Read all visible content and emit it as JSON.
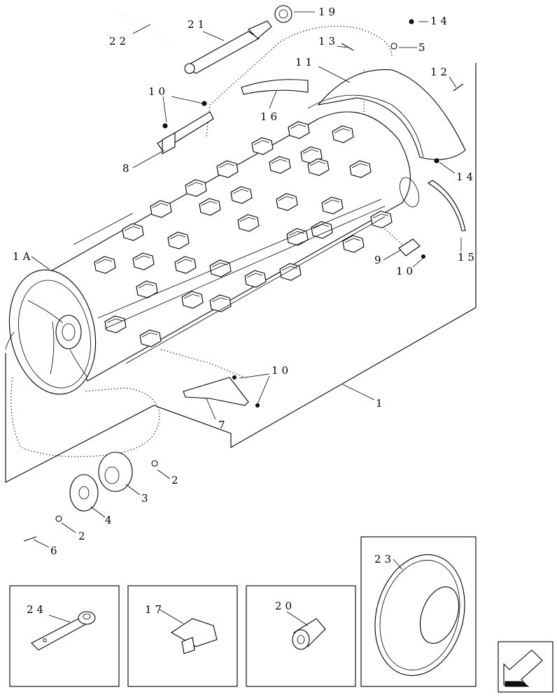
{
  "callouts": {
    "c1": "1",
    "c1a": "1A",
    "c2a": "2",
    "c2b": "2",
    "c3": "3",
    "c4": "4",
    "c5": "5",
    "c6": "6",
    "c7": "7",
    "c8": "8",
    "c9": "9",
    "c10a": "10",
    "c10b": "10",
    "c10c": "10",
    "c11": "11",
    "c12": "12",
    "c13": "13",
    "c14a": "14",
    "c14b": "14",
    "c15": "15",
    "c16": "16",
    "c17": "17",
    "c19": "19",
    "c20": "20",
    "c21": "21",
    "c22": "22",
    "c23": "23",
    "c24": "24"
  },
  "icons": {
    "nav": "next-page-arrow-icon"
  }
}
